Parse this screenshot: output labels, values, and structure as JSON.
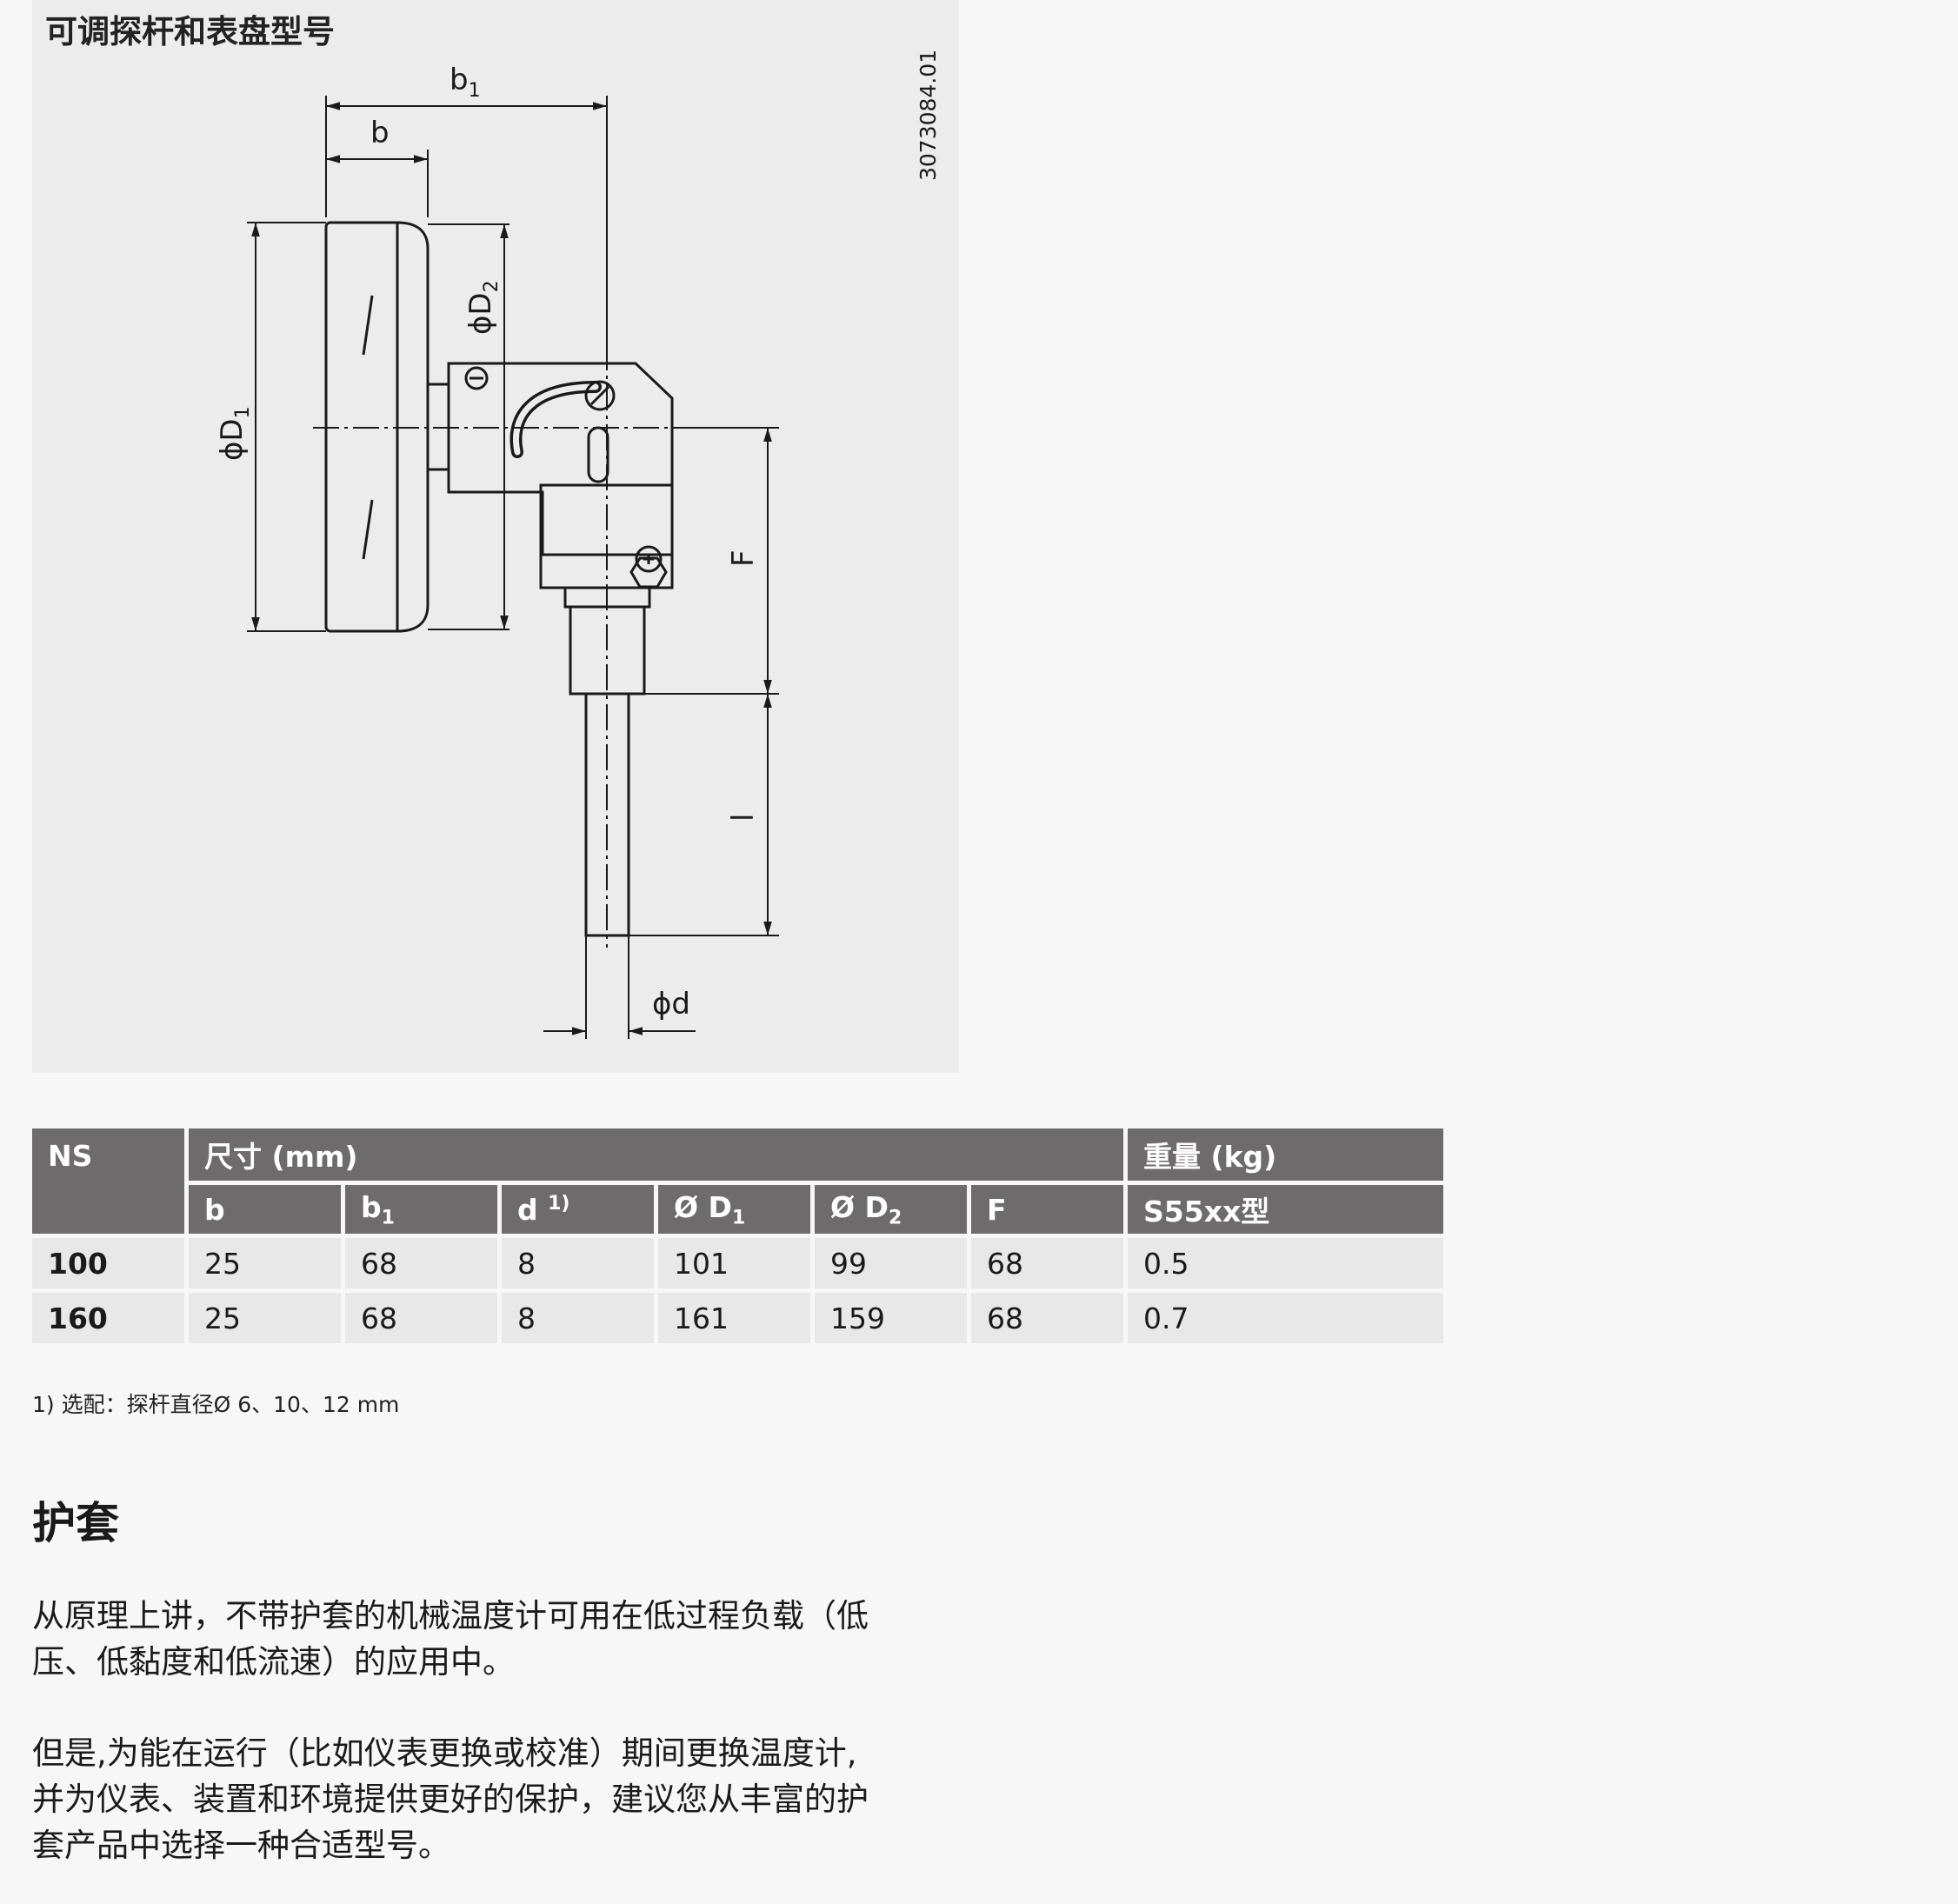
{
  "drawing": {
    "title": "可调探杆和表盘型号",
    "code": "3073084.01",
    "labels": {
      "b1": "b",
      "b1_sub": "1",
      "b": "b",
      "D1": "ϕD",
      "D1_sub": "1",
      "D2": "ϕD",
      "D2_sub": "2",
      "F": "F",
      "l": "l",
      "d": "ϕd"
    }
  },
  "table": {
    "header": {
      "ns": "NS",
      "dimensions": "尺寸 (mm)",
      "weight": "重量 (kg)"
    },
    "subheader": {
      "b": "b",
      "b1": "b",
      "b1_sub": "1",
      "d": "d",
      "d_sup": "1)",
      "D1": "Ø D",
      "D1_sub": "1",
      "D2": "Ø D",
      "D2_sub": "2",
      "F": "F",
      "model": "S55xx型"
    },
    "rows": [
      {
        "ns": "100",
        "b": "25",
        "b1": "68",
        "d": "8",
        "D1": "101",
        "D2": "99",
        "F": "68",
        "weight": "0.5"
      },
      {
        "ns": "160",
        "b": "25",
        "b1": "68",
        "d": "8",
        "D1": "161",
        "D2": "159",
        "F": "68",
        "weight": "0.7"
      }
    ]
  },
  "footnote": "1) 选配：探杆直径Ø 6、10、12 mm",
  "section": {
    "title": "护套",
    "para1_line1": "从原理上讲，不带护套的机械温度计可用在低过程负载（低",
    "para1_line2": "压、低黏度和低流速）的应用中。",
    "para2_line1": "但是,为能在运行（比如仪表更换或校准）期间更换温度计,",
    "para2_line2": "并为仪表、装置和环境提供更好的保护，建议您从丰富的护",
    "para2_line3": "套产品中选择一种合适型号。"
  }
}
